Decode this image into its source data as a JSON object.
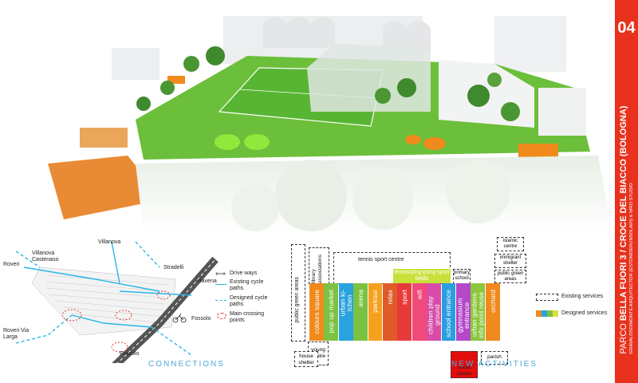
{
  "banner": {
    "page_number": "04",
    "line1_a": "PARCO ",
    "line1_b": "BELLA FUORI 3",
    "line1_c": "  /  CROCE DEL BIACCO (BOLOGNA)",
    "line2": "GRAVALOSDIMONTE ARQUITECTOR (ESTOMOERUNSOLARI) & WRO STUDIO",
    "color": "#e8321e"
  },
  "connections": {
    "caption": "CONNECTIONS",
    "places": [
      "Villanova",
      "Villanova Castenaso",
      "Roveri",
      "Stradelli",
      "Savena",
      "Roveri Via Larga",
      "Fossolo",
      "Fossolo"
    ],
    "legend": [
      {
        "icon": "double-arrow-icon",
        "label": "Drive ways"
      },
      {
        "icon": "solid-cyan-line-icon",
        "label": "Existing cycle paths"
      },
      {
        "icon": "dashed-cyan-line-icon",
        "label": "Designed cycle paths"
      },
      {
        "icon": "red-dashed-circle-icon",
        "label": "Main crossing points"
      }
    ]
  },
  "activities": {
    "caption": "NEW ACTIVITIES",
    "above": {
      "library": "library associations",
      "tennis": "tennis sport centre",
      "tennis_fields": "tennis/ping-pong sport fields",
      "primary_school": "primary school",
      "islamic": "islamic centre",
      "immigrant": "immigrant shelter",
      "public_green": "public green areas"
    },
    "left_tall": "public green areas",
    "below": {
      "young": "young centre",
      "house": "house shelter",
      "social": "social centre",
      "parish": "parish"
    },
    "bars": [
      {
        "label": "colours square",
        "color": "#f08a1c"
      },
      {
        "label": "pop up market",
        "color": "#7cc242"
      },
      {
        "label": "urban ki-\ntchen",
        "color": "#29a3dd"
      },
      {
        "label": "arena",
        "color": "#7cc242"
      },
      {
        "label": "parkour",
        "color": "#f4a11e"
      },
      {
        "label": "relax",
        "color": "#e05a2a"
      },
      {
        "label": "sport",
        "color": "#e83a3a"
      },
      {
        "label": "wifi",
        "color": "#ef4a7a"
      },
      {
        "label": "children play ground",
        "color": "#d84ca8"
      },
      {
        "label": "school entrance",
        "color": "#2a9ee0"
      },
      {
        "label": "gymnasium entrance",
        "color": "#b448c8"
      },
      {
        "label": "urban gardens info point reuse",
        "color": "#8cc63e"
      },
      {
        "label": "orchard",
        "color": "#f08a1c"
      }
    ],
    "legend": {
      "existing": "Existing services",
      "designed": "Designed services",
      "designed_colors": [
        "#f08a1c",
        "#29a3dd",
        "#7cc242",
        "#d8e042"
      ]
    }
  }
}
